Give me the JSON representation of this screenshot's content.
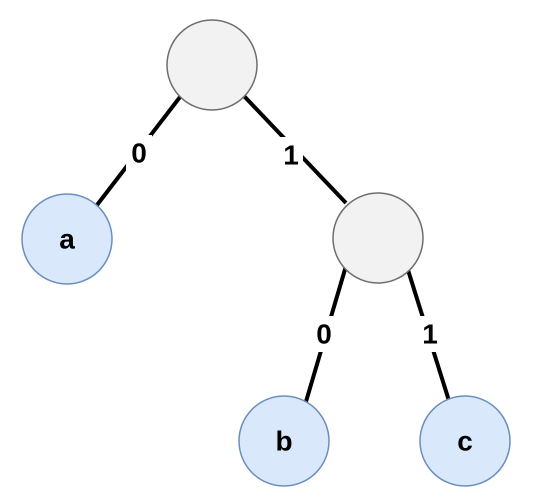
{
  "tree": {
    "nodes": {
      "root": {
        "kind": "internal"
      },
      "inner": {
        "kind": "internal"
      },
      "leaf_a": {
        "kind": "leaf",
        "label": "a"
      },
      "leaf_b": {
        "kind": "leaf",
        "label": "b"
      },
      "leaf_c": {
        "kind": "leaf",
        "label": "c"
      }
    },
    "edges": {
      "root_to_a": {
        "from": "root",
        "to": "leaf_a",
        "label": "0"
      },
      "root_to_inner": {
        "from": "root",
        "to": "inner",
        "label": "1"
      },
      "inner_to_b": {
        "from": "inner",
        "to": "leaf_b",
        "label": "0"
      },
      "inner_to_c": {
        "from": "inner",
        "to": "leaf_c",
        "label": "1"
      }
    }
  },
  "colors": {
    "internal_fill": "#f2f2f2",
    "internal_stroke": "#6e6e6e",
    "leaf_fill": "#dae8fc",
    "leaf_stroke": "#6c8ebf",
    "edge": "#000000"
  }
}
